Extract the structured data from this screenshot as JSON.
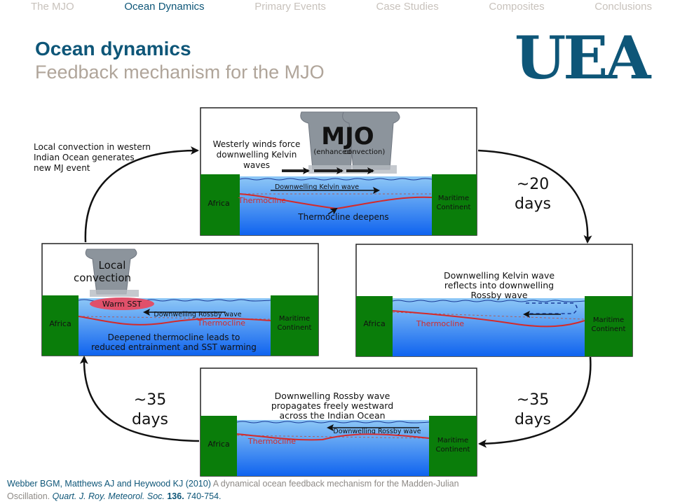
{
  "nav": {
    "items": [
      "The MJO",
      "Ocean Dynamics",
      "Primary Events",
      "Case Studies",
      "Composites",
      "Conclusions"
    ],
    "active_index": 1
  },
  "header": {
    "title": "Ocean dynamics",
    "subtitle": "Feedback mechanism for the MJO"
  },
  "logo": {
    "text": "UEA"
  },
  "colors": {
    "primary": "#0e5678",
    "subtitle": "#b0a59a",
    "nav_inactive": "#c8c2bc",
    "land": "#0a7d0a",
    "ocean_top": "#8ec8f6",
    "ocean_bottom": "#0f63ef",
    "thermocline": "#d42a2a",
    "cloud": "#8c949c"
  },
  "diagram": {
    "top_panel": {
      "text_line1": "Westerly winds force",
      "text_line2": "downwelling Kelvin",
      "text_line3": "waves",
      "mjo_label": "MJO",
      "mjo_left": "(enhanced",
      "mjo_right": "convection)",
      "left_land": "Africa",
      "right_land_line1": "Maritime",
      "right_land_line2": "Continent",
      "thermocline": "Thermocline",
      "wave_label": "Downwelling Kelvin wave",
      "deepens_label": "Thermocline deepens"
    },
    "right_panel": {
      "text_line1": "Downwelling Kelvin wave",
      "text_line2": "reflects into downwelling",
      "text_line3": "Rossby wave",
      "left_land": "Africa",
      "right_land_line1": "Maritime",
      "right_land_line2": "Continent",
      "thermocline": "Thermocline"
    },
    "bottom_panel": {
      "text_line1": "Downwelling Rossby wave",
      "text_line2": "propagates freely westward",
      "text_line3": "across the Indian Ocean",
      "left_land": "Africa",
      "right_land_line1": "Maritime",
      "right_land_line2": "Continent",
      "thermocline": "Thermocline",
      "wave_label": "Downwelling Rossby wave"
    },
    "left_panel": {
      "convection_line1": "Local",
      "convection_line2": "convection",
      "warm_sst": "Warm SST",
      "left_land": "Africa",
      "right_land_line1": "Maritime",
      "right_land_line2": "Continent",
      "thermocline": "Thermocline",
      "wave_label": "Downwelling Rossby wave",
      "bottom_line1": "Deepened thermocline leads to",
      "bottom_line2": "reduced entrainment and SST warming"
    },
    "cycle_labels": {
      "top_left_line1": "Local convection in western",
      "top_left_line2": "Indian Ocean generates",
      "top_left_line3": "new MJ event",
      "top_right_tilde": "~20",
      "top_right_days": "days",
      "bottom_right_tilde": "~35",
      "bottom_right_days": "days",
      "bottom_left_tilde": "~35",
      "bottom_left_days": "days"
    }
  },
  "citation": {
    "authors": "Webber BGM, Matthews AJ and Heywood KJ (2010)",
    "title": "A dynamical ocean feedback mechanism for the Madden-Julian Oscillation.",
    "journal": "Quart. J. Roy. Meteorol. Soc.",
    "volume": "136.",
    "pages": "740-754."
  }
}
